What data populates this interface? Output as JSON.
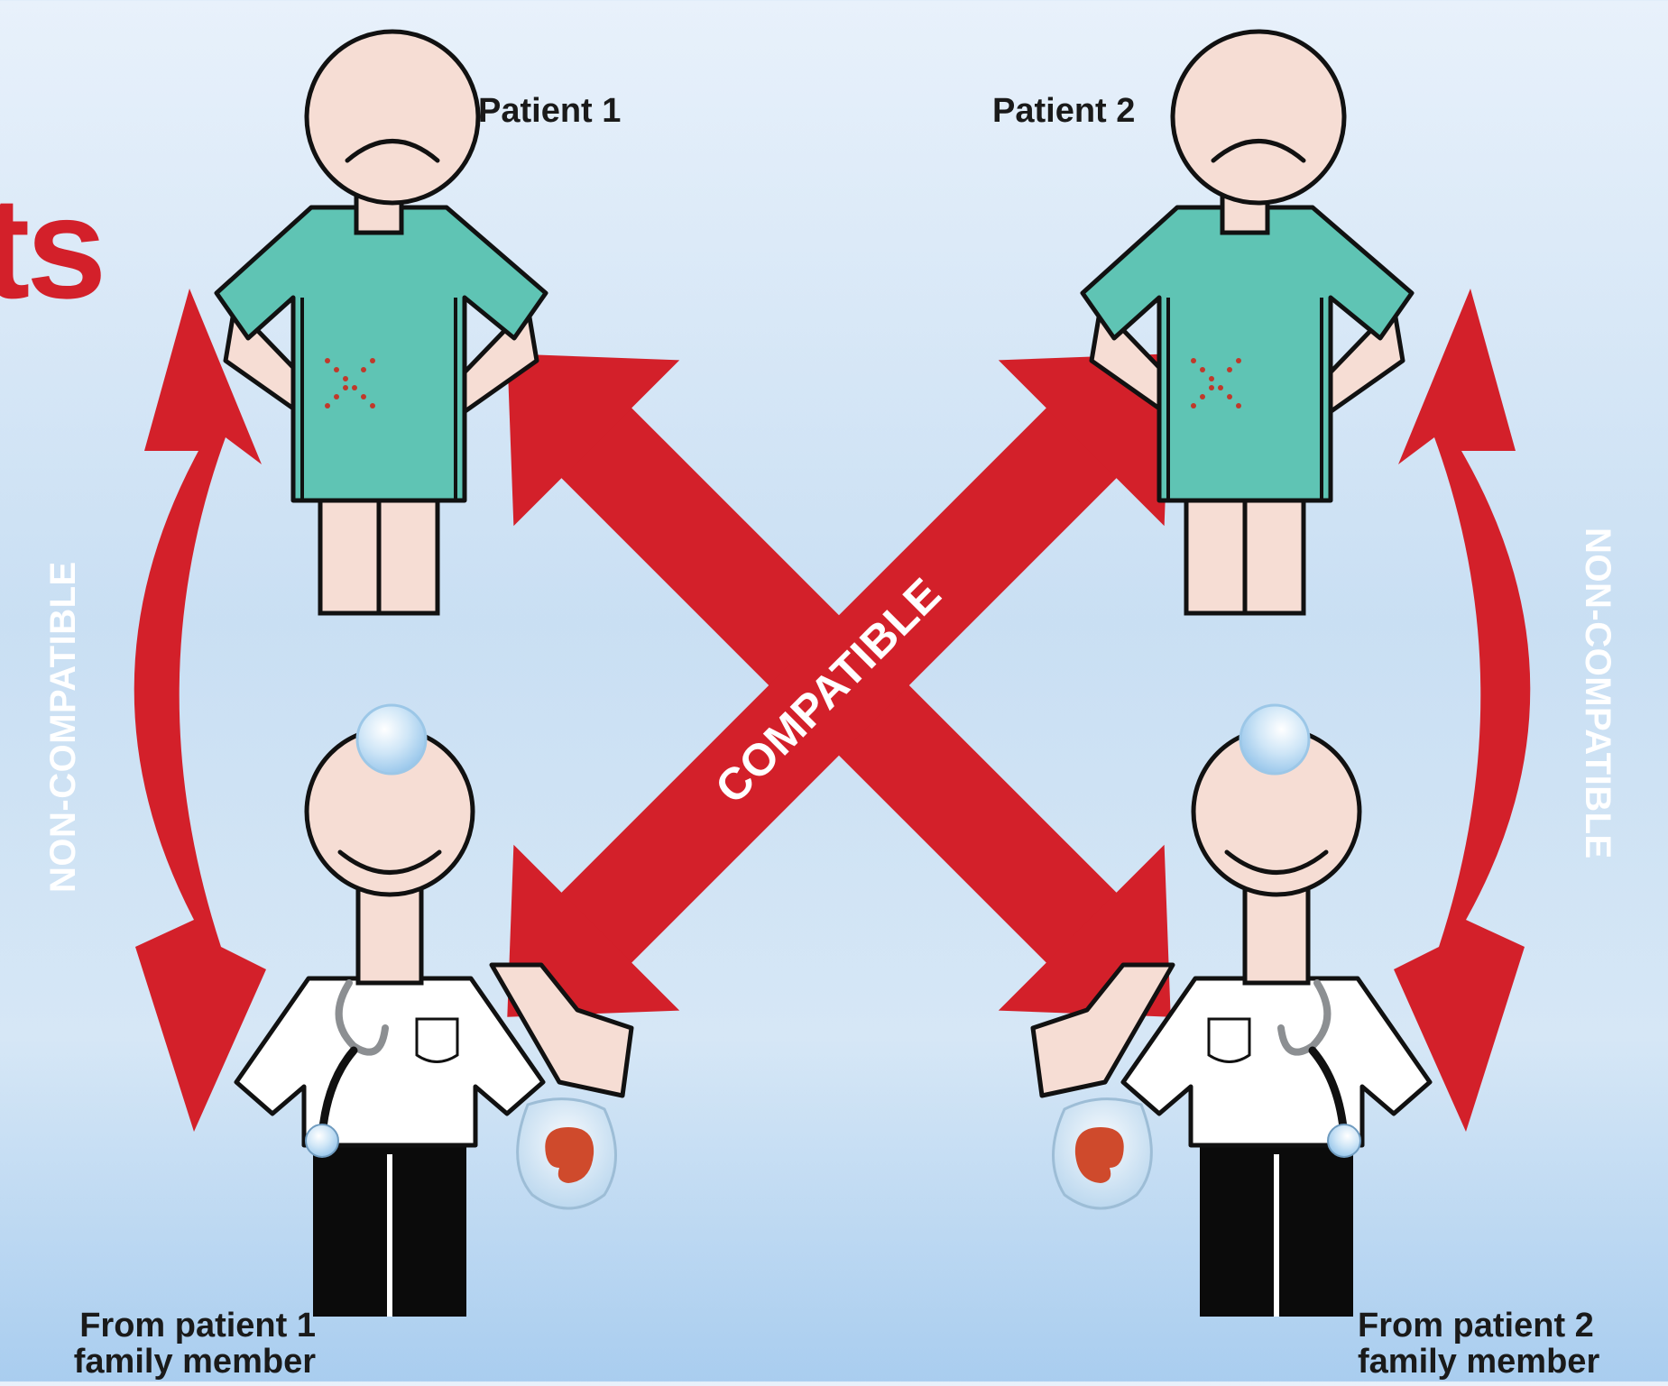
{
  "title_fragment": "ts",
  "patients": [
    {
      "label": "Patient 1"
    },
    {
      "label": "Patient 2"
    }
  ],
  "donors": [
    {
      "line1": "From patient 1",
      "line2": "family member"
    },
    {
      "line1": "From patient 2",
      "line2": "family member"
    }
  ],
  "arrows": {
    "left": "NON-COMPATIBLE",
    "right": "NON-COMPATIBLE",
    "cross": "COMPATIBLE"
  },
  "colors": {
    "accent_red": "#d3202a",
    "gown_teal": "#5fc4b4",
    "skin": "#f6ddd4",
    "outline": "#111111",
    "head_mirror": "#b9dcf4",
    "kidney": "#cf4a2c"
  }
}
